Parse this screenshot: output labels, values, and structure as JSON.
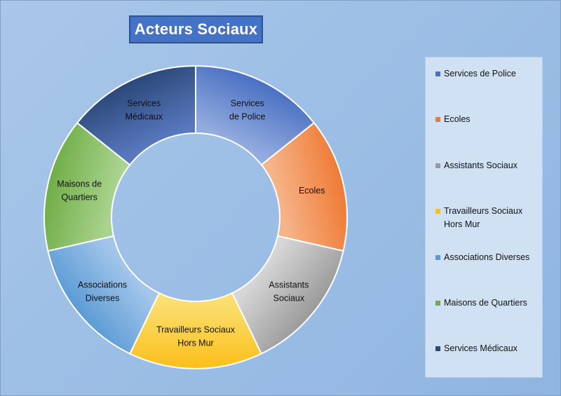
{
  "chart_data": {
    "type": "pie",
    "title": "Acteurs Sociaux",
    "categories": [
      "Services de Police",
      "Ecoles",
      "Assistants Sociaux",
      "Travailleurs Sociaux Hors Mur",
      "Associations Diverses",
      "Maisons de Quartiers",
      "Services Médicaux"
    ],
    "values": [
      1,
      1,
      1,
      1,
      1,
      1,
      1
    ],
    "slice_labels": [
      [
        "Services",
        "de Police"
      ],
      [
        "Ecoles"
      ],
      [
        "Assistants",
        "Sociaux"
      ],
      [
        "Travailleurs Sociaux",
        "Hors Mur"
      ],
      [
        "Associations",
        "Diverses"
      ],
      [
        "Maisons de",
        "Quartiers"
      ],
      [
        "Services",
        "Médicaux"
      ]
    ],
    "legend_labels": [
      [
        "Services de Police"
      ],
      [
        "Ecoles"
      ],
      [
        "Assistants Sociaux"
      ],
      [
        "Travailleurs Sociaux",
        "Hors Mur"
      ],
      [
        "Associations Diverses"
      ],
      [
        "Maisons de Quartiers"
      ],
      [
        "Services Médicaux"
      ]
    ],
    "colors": [
      [
        "#4a6fc2",
        "#93acdf"
      ],
      [
        "#ef7a35",
        "#f6b48a"
      ],
      [
        "#9a9a9a",
        "#d6d6d6"
      ],
      [
        "#fbbf1a",
        "#fbdf72"
      ],
      [
        "#5b9bd5",
        "#a4c6ea"
      ],
      [
        "#70ad47",
        "#a9d38e"
      ],
      [
        "#2c4878",
        "#5878bf"
      ]
    ],
    "legend": "right",
    "donut": true
  }
}
